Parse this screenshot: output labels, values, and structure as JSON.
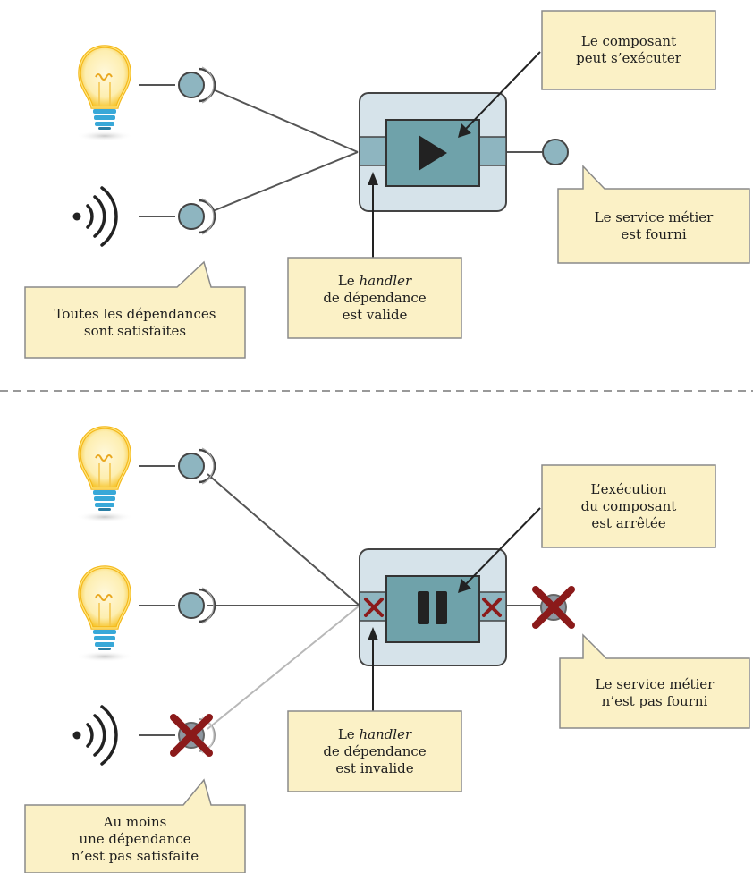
{
  "diagram": {
    "colors": {
      "callout_fill": "#fbf1c6",
      "callout_stroke": "#8a8a8a",
      "container_fill": "#d6e3ea",
      "component_fill": "#6fa2aa",
      "port_fill": "#8eb5c0",
      "line_color": "#555555",
      "line_inactive": "#b8b8b8",
      "cross_color": "#8b1a1a",
      "bulb_glow": "#f7c733",
      "bulb_base": "#38a8d8"
    },
    "top": {
      "sources": [
        {
          "icon": "lightbulb-icon",
          "state": "satisfied"
        },
        {
          "icon": "wireless-signal-icon",
          "state": "satisfied"
        }
      ],
      "component_state": "play-icon",
      "provided_service_state": "provided",
      "callouts": {
        "component": [
          "Le composant",
          "peut s’exécuter"
        ],
        "service": [
          "Le service métier",
          "est fourni"
        ],
        "handler_line1_prefix": "Le ",
        "handler_line1_emphasis": "handler",
        "handler_rest": [
          "de dépendance",
          "est valide"
        ],
        "dependencies": [
          "Toutes les dépendances",
          "sont satisfaites"
        ]
      }
    },
    "bottom": {
      "sources": [
        {
          "icon": "lightbulb-icon",
          "state": "satisfied"
        },
        {
          "icon": "lightbulb-icon",
          "state": "satisfied"
        },
        {
          "icon": "wireless-signal-icon",
          "state": "unsatisfied"
        }
      ],
      "component_state": "pause-icon",
      "provided_service_state": "not-provided",
      "callouts": {
        "component": [
          "L’exécution",
          "du composant",
          "est arrêtée"
        ],
        "service": [
          "Le service métier",
          "n’est pas fourni"
        ],
        "handler_line1_prefix": "Le ",
        "handler_line1_emphasis": "handler",
        "handler_rest": [
          "de dépendance",
          "est invalide"
        ],
        "dependencies": [
          "Au moins",
          "une dépendance",
          "n’est pas satisfaite"
        ]
      }
    }
  }
}
